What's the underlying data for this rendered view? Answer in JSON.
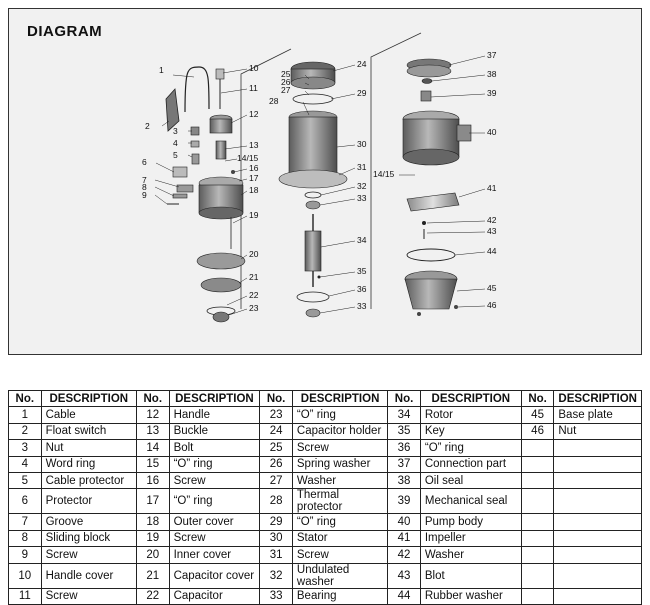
{
  "title": "DIAGRAM",
  "table": {
    "headers": [
      "No.",
      "DESCRIPTION",
      "No.",
      "DESCRIPTION",
      "No.",
      "DESCRIPTION",
      "No.",
      "DESCRIPTION",
      "No.",
      "DESCRIPTION"
    ],
    "rows": [
      [
        "1",
        "Cable",
        "12",
        "Handle",
        "23",
        "“O” ring",
        "34",
        "Rotor",
        "45",
        "Base plate"
      ],
      [
        "2",
        "Float  switch",
        "13",
        "Buckle",
        "24",
        "Capacitor holder",
        "35",
        "Key",
        "46",
        "Nut"
      ],
      [
        "3",
        "Nut",
        "14",
        "Bolt",
        "25",
        "Screw",
        "36",
        "“O” ring",
        "",
        ""
      ],
      [
        "4",
        "Word ring",
        "15",
        "“O” ring",
        "26",
        "Spring washer",
        "37",
        "Connection part",
        "",
        ""
      ],
      [
        "5",
        "Cable protector",
        "16",
        "Screw",
        "27",
        "Washer",
        "38",
        "Oil seal",
        "",
        ""
      ],
      [
        "6",
        "Protector",
        "17",
        "“O” ring",
        "28",
        "Thermal protector",
        "39",
        "Mechanical seal",
        "",
        ""
      ],
      [
        "7",
        "Groove",
        "18",
        "Outer cover",
        "29",
        "“O” ring",
        "40",
        "Pump body",
        "",
        ""
      ],
      [
        "8",
        "Sliding block",
        "19",
        "Screw",
        "30",
        "Stator",
        "41",
        "Impeller",
        "",
        ""
      ],
      [
        "9",
        "Screw",
        "20",
        "Inner cover",
        "31",
        "Screw",
        "42",
        "Washer",
        "",
        ""
      ],
      [
        "10",
        "Handle cover",
        "21",
        "Capacitor cover",
        "32",
        "Undulated washer",
        "43",
        "Blot",
        "",
        ""
      ],
      [
        "11",
        "Screw",
        "22",
        "Capacitor",
        "33",
        "Bearing",
        "44",
        "Rubber washer",
        "",
        ""
      ]
    ]
  },
  "callouts": [
    "1",
    "2",
    "3",
    "4",
    "5",
    "6",
    "7",
    "8",
    "9",
    "10",
    "11",
    "12",
    "13",
    "14/15",
    "16",
    "17",
    "18",
    "19",
    "20",
    "21",
    "22",
    "23",
    "24",
    "25",
    "26",
    "27",
    "28",
    "29",
    "30",
    "31",
    "32",
    "33",
    "34",
    "35",
    "36",
    "33",
    "37",
    "38",
    "39",
    "40",
    "14/15",
    "41",
    "42",
    "43",
    "44",
    "45",
    "46"
  ],
  "colors": {
    "line": "#222222",
    "background": "#f1f1f1",
    "part_gray": "#7d7d7d",
    "part_light": "#c9c9c9"
  }
}
